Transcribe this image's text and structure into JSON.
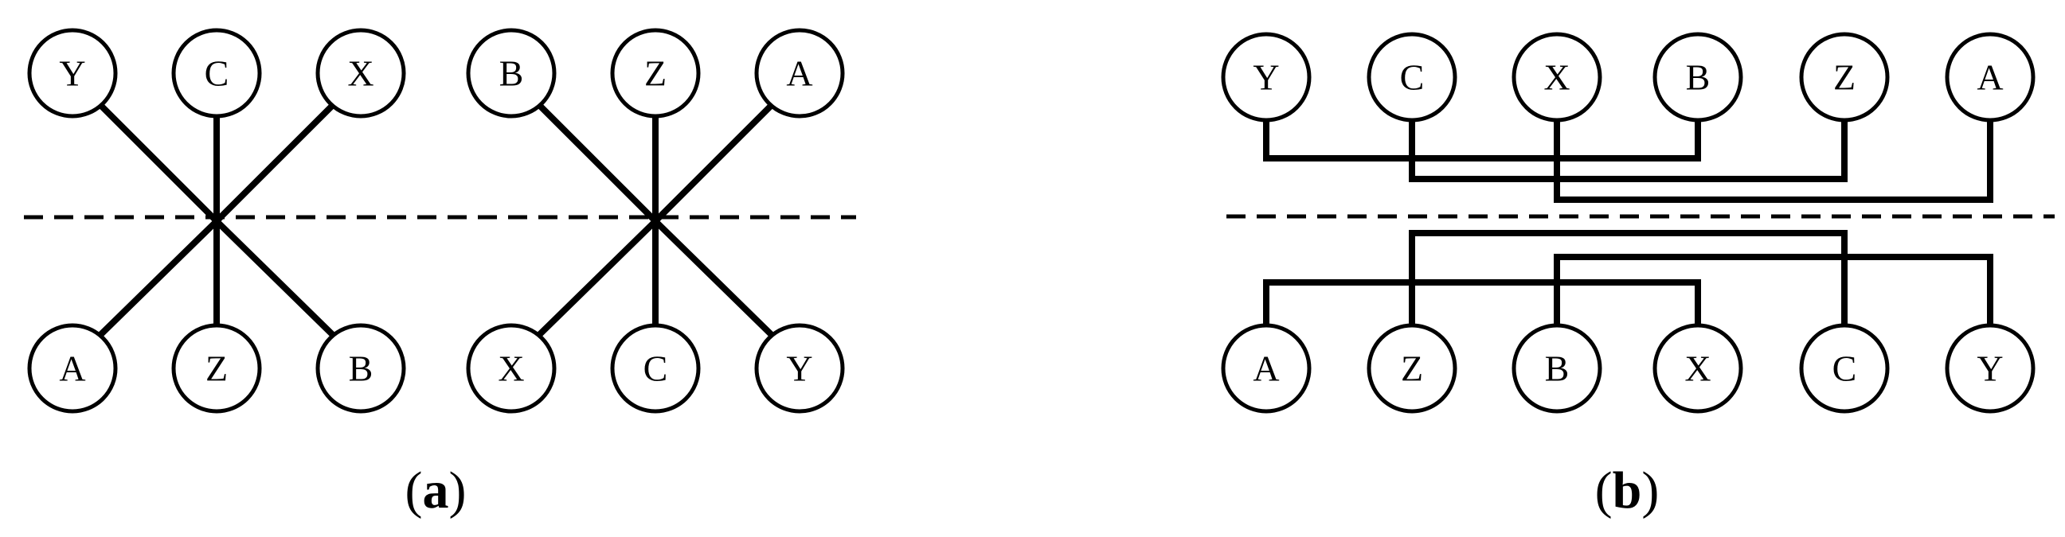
{
  "panels": [
    {
      "caption_letter": "a",
      "top_nodes": [
        "Y",
        "C",
        "X",
        "B",
        "Z",
        "A"
      ],
      "bottom_nodes": [
        "A",
        "Z",
        "B",
        "X",
        "C",
        "Y"
      ]
    },
    {
      "caption_letter": "b",
      "top_nodes": [
        "Y",
        "C",
        "X",
        "B",
        "Z",
        "A"
      ],
      "bottom_nodes": [
        "A",
        "Z",
        "B",
        "X",
        "C",
        "Y"
      ]
    }
  ]
}
